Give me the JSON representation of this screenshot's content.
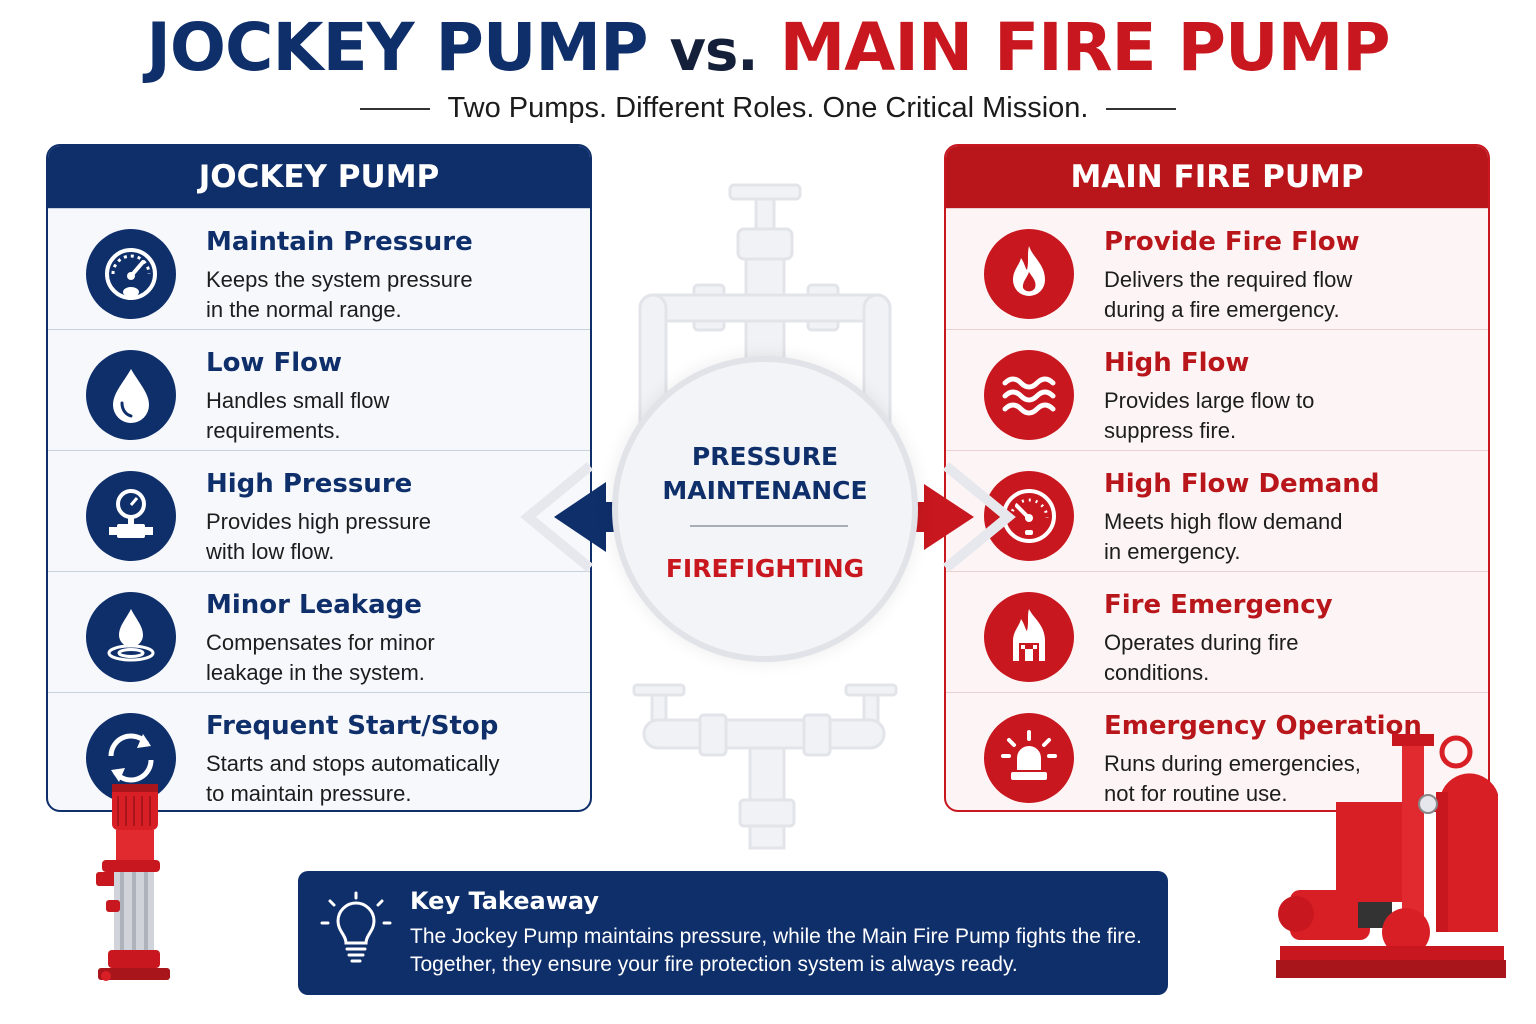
{
  "title": {
    "part1": "JOCKEY PUMP",
    "part2": "vs.",
    "part3": "MAIN FIRE PUMP"
  },
  "subtitle": "Two Pumps. Different Roles. One Critical Mission.",
  "left_panel": {
    "header": "JOCKEY PUMP",
    "items": [
      {
        "title": "Maintain Pressure",
        "line1": "Keeps the system pressure",
        "line2": "in the normal range.",
        "icon": "pressure-gauge-icon"
      },
      {
        "title": "Low Flow",
        "line1": "Handles small flow",
        "line2": "requirements.",
        "icon": "water-drop-icon"
      },
      {
        "title": "High Pressure",
        "line1": "Provides high pressure",
        "line2": "with low flow.",
        "icon": "gauge-valve-icon"
      },
      {
        "title": "Minor Leakage",
        "line1": "Compensates for minor",
        "line2": "leakage in the system.",
        "icon": "drop-ripple-icon"
      },
      {
        "title": "Frequent Start/Stop",
        "line1": "Starts and stops automatically",
        "line2": "to maintain pressure.",
        "icon": "cycle-arrows-icon"
      }
    ]
  },
  "right_panel": {
    "header": "MAIN FIRE PUMP",
    "items": [
      {
        "title": "Provide Fire Flow",
        "line1": "Delivers the required flow",
        "line2": "during a fire emergency.",
        "icon": "flame-icon"
      },
      {
        "title": "High Flow",
        "line1": "Provides large flow to",
        "line2": "suppress fire.",
        "icon": "waves-icon"
      },
      {
        "title": "High Flow Demand",
        "line1": "Meets high flow demand",
        "line2": "in emergency.",
        "icon": "speed-gauge-icon"
      },
      {
        "title": "Fire Emergency",
        "line1": "Operates during fire",
        "line2": "conditions.",
        "icon": "burning-building-icon"
      },
      {
        "title": "Emergency Operation",
        "line1": "Runs during emergencies,",
        "line2": "not for routine use.",
        "icon": "alarm-beacon-icon"
      }
    ]
  },
  "center": {
    "line1": "PRESSURE",
    "line2": "MAINTENANCE",
    "line3": "FIREFIGHTING"
  },
  "takeaway": {
    "title": "Key Takeaway",
    "line1": "The Jockey Pump maintains pressure, while the Main Fire Pump fights the fire.",
    "line2": "Together, they ensure your fire protection system is always ready."
  },
  "colors": {
    "navy": "#0f2f6b",
    "red": "#c8171e"
  }
}
